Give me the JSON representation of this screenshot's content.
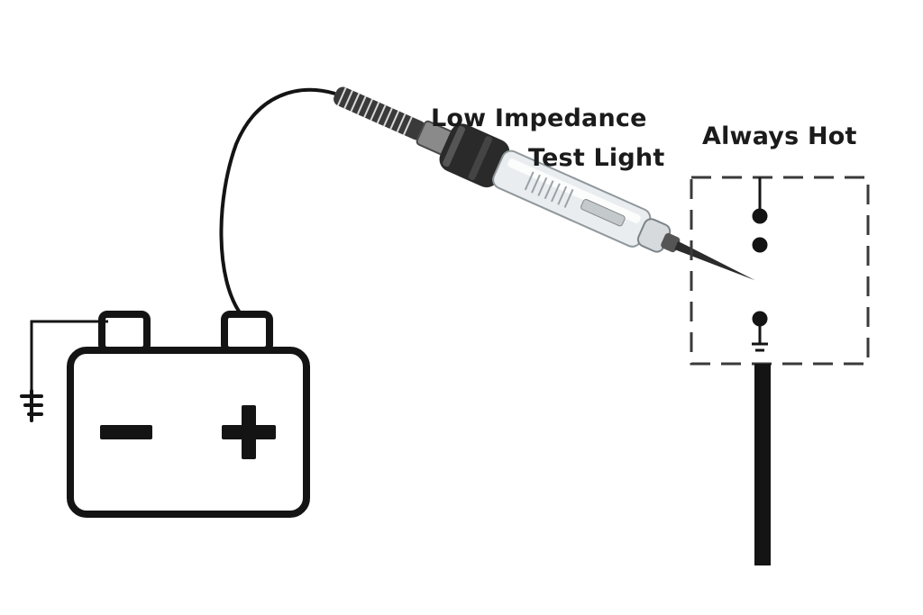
{
  "labels": {
    "test_light_line1": "Low Impedance",
    "test_light_line2": "Test Light",
    "always_hot": "Always Hot"
  },
  "battery": {
    "negative_symbol": "−",
    "positive_symbol": "+"
  },
  "colors": {
    "ink": "#141414",
    "background": "#ffffff",
    "probe_body": "#e9edef",
    "probe_grip": "#2a2a2a"
  },
  "icons": {
    "ground": "ground-icon",
    "battery": "battery-icon",
    "switch": "switch-icon",
    "test_light": "test-light-probe-icon"
  }
}
